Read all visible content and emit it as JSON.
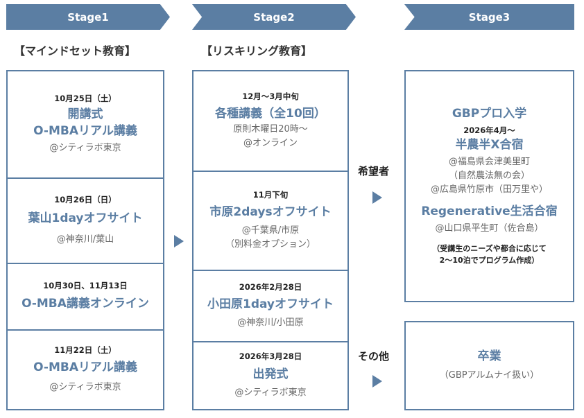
{
  "stages": [
    {
      "label": "Stage1",
      "heading": "【マインドセット教育】"
    },
    {
      "label": "Stage2",
      "heading": "【リスキリング教育】"
    },
    {
      "label": "Stage3"
    }
  ],
  "col1": [
    {
      "date": "10月25日（土）",
      "title1": "開講式",
      "title2": "O-MBAリアル講義",
      "sub": "@シティラボ東京"
    },
    {
      "date": "10月26日（日）",
      "title": "葉山1dayオフサイト",
      "sub": "@神奈川/葉山"
    },
    {
      "date": "10月30日、11月13日",
      "title": "O-MBA講義オンライン"
    },
    {
      "date": "11月22日（土）",
      "title": "O-MBAリアル講義",
      "sub": "@シティラボ東京"
    }
  ],
  "col2": [
    {
      "date": "12月～3月中旬",
      "title": "各種講義（全10回）",
      "sub1": "原則木曜日20時～",
      "sub2": "@オンライン"
    },
    {
      "date": "11月下旬",
      "title": "市原2daysオフサイト",
      "sub1": "@千葉県/市原",
      "sub2": "（別料金オプション）"
    },
    {
      "date": "2026年2月28日",
      "title": "小田原1dayオフサイト",
      "sub": "@神奈川/小田原"
    },
    {
      "date": "2026年3月28日",
      "title": "出発式",
      "sub": "@シティラボ東京"
    }
  ],
  "branches": {
    "hope": "希望者",
    "other": "その他"
  },
  "col3_top": {
    "title1": "GBPプロ入学",
    "date": "2026年4月～",
    "title2": "半農半X合宿",
    "sub1": "@福島県会津美里町",
    "sub2": "（自然農法無の会）",
    "sub3": "@広島県竹原市（田万里や）",
    "title3": "Regenerative生活合宿",
    "sub4": "@山口県平生町（佐合島）",
    "note1": "（受講生のニーズや都合に応じて",
    "note2": "2～10泊でプログラム作成）"
  },
  "col3_bottom": {
    "title": "卒業",
    "sub": "（GBPアルムナイ扱い）"
  },
  "colors": {
    "accent": "#5b7ea3"
  }
}
